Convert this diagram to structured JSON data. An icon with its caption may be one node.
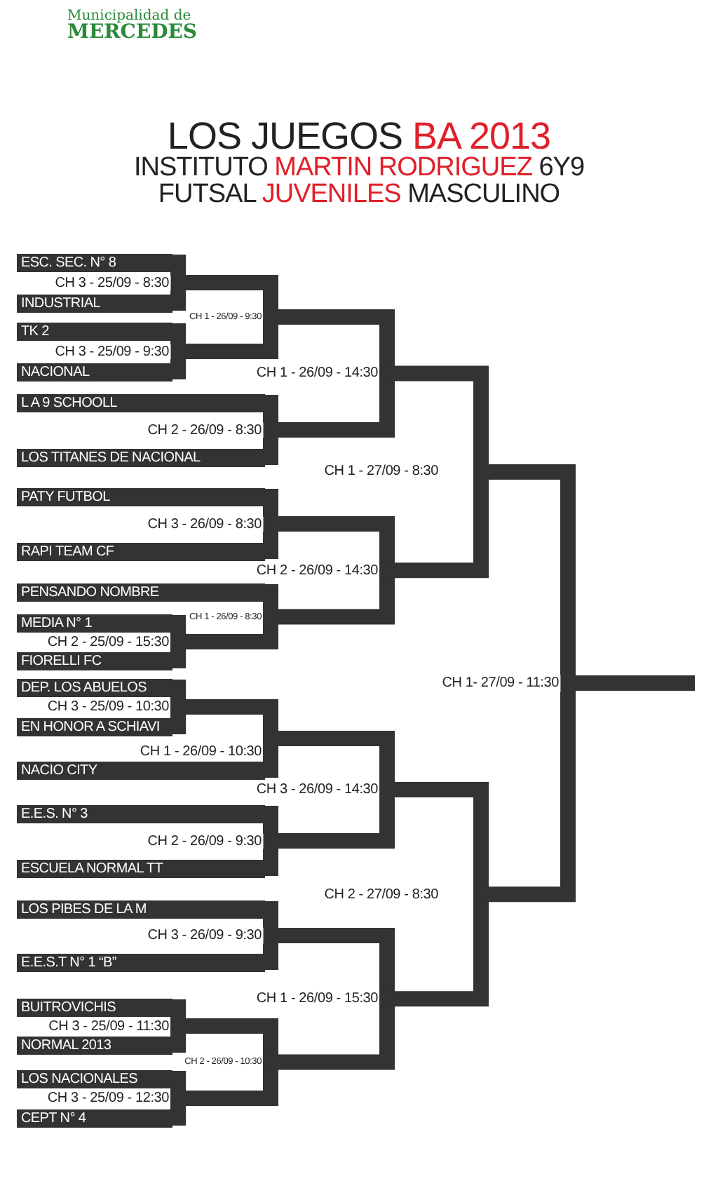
{
  "diagram": {
    "title": "LOS JUEGOS *BA 2013*",
    "nodes": [
      {
        "text": [
          "ESC. SEC. N° 8"
        ]
      },
      {
        "text": [
          "INDUSTRIAL"
        ]
      },
      {
        "text": [
          "TK 2"
        ]
      },
      {
        "text": [
          "NACIONAL"
        ]
      },
      {
        "text": [
          "L A 9 SCHOOLL"
        ]
      },
      {
        "text": [
          "LOS TITANES DE NACIONAL"
        ]
      },
      {
        "text": [
          "PATY FUTBOL"
        ]
      },
      {
        "text": [
          "RAPI TEAM CF"
        ]
      },
      {
        "text": [
          "PENSANDO NOMBRE"
        ]
      },
      {
        "text": [
          "MEDIA N° 1"
        ]
      },
      {
        "text": [
          "FIORELLI FC"
        ]
      },
      {
        "text": [
          "DEP. LOS ABUELOS"
        ]
      },
      {
        "text": [
          "EN HONOR A SCHIAVI"
        ]
      },
      {
        "text": [
          "NACIO CITY"
        ]
      },
      {
        "text": [
          "E.E.S. N° 3"
        ]
      },
      {
        "text": [
          "ESCUELA NORMAL TT"
        ]
      },
      {
        "text": [
          "LOS PIBES DE LA M"
        ]
      },
      {
        "text": [
          "E.E.S.T N° 1 “B”"
        ]
      },
      {
        "text": [
          "BUITROVICHIS"
        ]
      },
      {
        "text": [
          "NORMAL 2013"
        ]
      },
      {
        "text": [
          "LOS NACIONALES"
        ]
      },
      {
        "text": [
          "CEPT N° 4"
        ]
      },
      {
        "text": [
          "CH 3 - 25/09 - 8:30"
        ]
      },
      {
        "text": [
          "CH 3 - 25/09 - 9:30"
        ]
      },
      {
        "text": [
          "CH 1 - 26/09 - 9:30"
        ]
      },
      {
        "text": [
          "CH 2 - 26/09 - 8:30"
        ]
      },
      {
        "text": [
          "CH 1 - 26/09 - 14:30"
        ]
      },
      {
        "text": [
          "CH 3 - 26/09 - 8:30"
        ]
      },
      {
        "text": [
          "CH 2 - 25/09 - 15:30"
        ]
      },
      {
        "text": [
          "CH 1 - 26/09 - 8:30"
        ]
      },
      {
        "text": [
          "CH 2 - 26/09 - 14:30"
        ]
      },
      {
        "text": [
          "CH 1 - 27/09 - 8:30"
        ]
      },
      {
        "text": [
          "CH 3 - 25/09 - 10:30"
        ]
      },
      {
        "text": [
          "CH 1 - 26/09 - 10:30"
        ]
      },
      {
        "text": [
          "CH 2 - 26/09 - 9:30"
        ]
      },
      {
        "text": [
          "CH 3 - 26/09 - 14:30"
        ]
      },
      {
        "text": [
          "CH 3 - 26/09 - 9:30"
        ]
      },
      {
        "text": [
          "CH 3 - 25/09 - 11:30"
        ]
      },
      {
        "text": [
          "CH 3 - 25/09 - 12:30"
        ]
      },
      {
        "text": [
          "CH 2 - 26/09 - 10:30"
        ]
      },
      {
        "text": [
          "CH 1 - 26/09 - 15:30"
        ]
      },
      {
        "text": [
          "CH 2 - 27/09 - 8:30"
        ]
      },
      {
        "text": [
          "CH 1- 27/09 - 11:30"
        ]
      }
    ],
    "edges": [
      {
        "from": 0,
        "to": 22,
        "arrow": "none"
      },
      {
        "from": 1,
        "to": 22,
        "arrow": "none"
      },
      {
        "from": 2,
        "to": 23,
        "arrow": "none"
      },
      {
        "from": 3,
        "to": 23,
        "arrow": "none"
      },
      {
        "from": 22,
        "to": 24,
        "arrow": "none"
      },
      {
        "from": 23,
        "to": 24,
        "arrow": "none"
      },
      {
        "from": 4,
        "to": 25,
        "arrow": "none"
      },
      {
        "from": 5,
        "to": 25,
        "arrow": "none"
      },
      {
        "from": 24,
        "to": 26,
        "arrow": "none"
      },
      {
        "from": 25,
        "to": 26,
        "arrow": "none"
      },
      {
        "from": 6,
        "to": 27,
        "arrow": "none"
      },
      {
        "from": 7,
        "to": 27,
        "arrow": "none"
      },
      {
        "from": 9,
        "to": 28,
        "arrow": "none"
      },
      {
        "from": 10,
        "to": 28,
        "arrow": "none"
      },
      {
        "from": 8,
        "to": 29,
        "arrow": "none"
      },
      {
        "from": 28,
        "to": 29,
        "arrow": "none"
      },
      {
        "from": 27,
        "to": 30,
        "arrow": "none"
      },
      {
        "from": 29,
        "to": 30,
        "arrow": "none"
      },
      {
        "from": 26,
        "to": 31,
        "arrow": "none"
      },
      {
        "from": 30,
        "to": 31,
        "arrow": "none"
      },
      {
        "from": 11,
        "to": 32,
        "arrow": "none"
      },
      {
        "from": 12,
        "to": 32,
        "arrow": "none"
      },
      {
        "from": 32,
        "to": 33,
        "arrow": "none"
      },
      {
        "from": 13,
        "to": 33,
        "arrow": "none"
      },
      {
        "from": 14,
        "to": 34,
        "arrow": "none"
      },
      {
        "from": 15,
        "to": 34,
        "arrow": "none"
      },
      {
        "from": 33,
        "to": 35,
        "arrow": "none"
      },
      {
        "from": 34,
        "to": 35,
        "arrow": "none"
      },
      {
        "from": 16,
        "to": 36,
        "arrow": "none"
      },
      {
        "from": 17,
        "to": 36,
        "arrow": "none"
      },
      {
        "from": 18,
        "to": 37,
        "arrow": "none"
      },
      {
        "from": 19,
        "to": 37,
        "arrow": "none"
      },
      {
        "from": 20,
        "to": 38,
        "arrow": "none"
      },
      {
        "from": 21,
        "to": 38,
        "arrow": "none"
      },
      {
        "from": 37,
        "to": 39,
        "arrow": "none"
      },
      {
        "from": 38,
        "to": 39,
        "arrow": "none"
      },
      {
        "from": 36,
        "to": 40,
        "arrow": "none"
      },
      {
        "from": 39,
        "to": 40,
        "arrow": "none"
      },
      {
        "from": 35,
        "to": 41,
        "arrow": "none"
      },
      {
        "from": 40,
        "to": 41,
        "arrow": "none"
      },
      {
        "from": 31,
        "to": 42,
        "arrow": "none"
      },
      {
        "from": 41,
        "to": 42,
        "arrow": "none"
      },
      {
        "from": 42,
        "to": null,
        "arrow": "none"
      }
    ],
    "labels": [
      "Municipalidad de",
      "MERCEDES",
      "INSTITUTO *MARTIN RODRIGUEZ* 6Y9",
      "FUTSAL *JUVENILES* MASCULINO"
    ]
  }
}
